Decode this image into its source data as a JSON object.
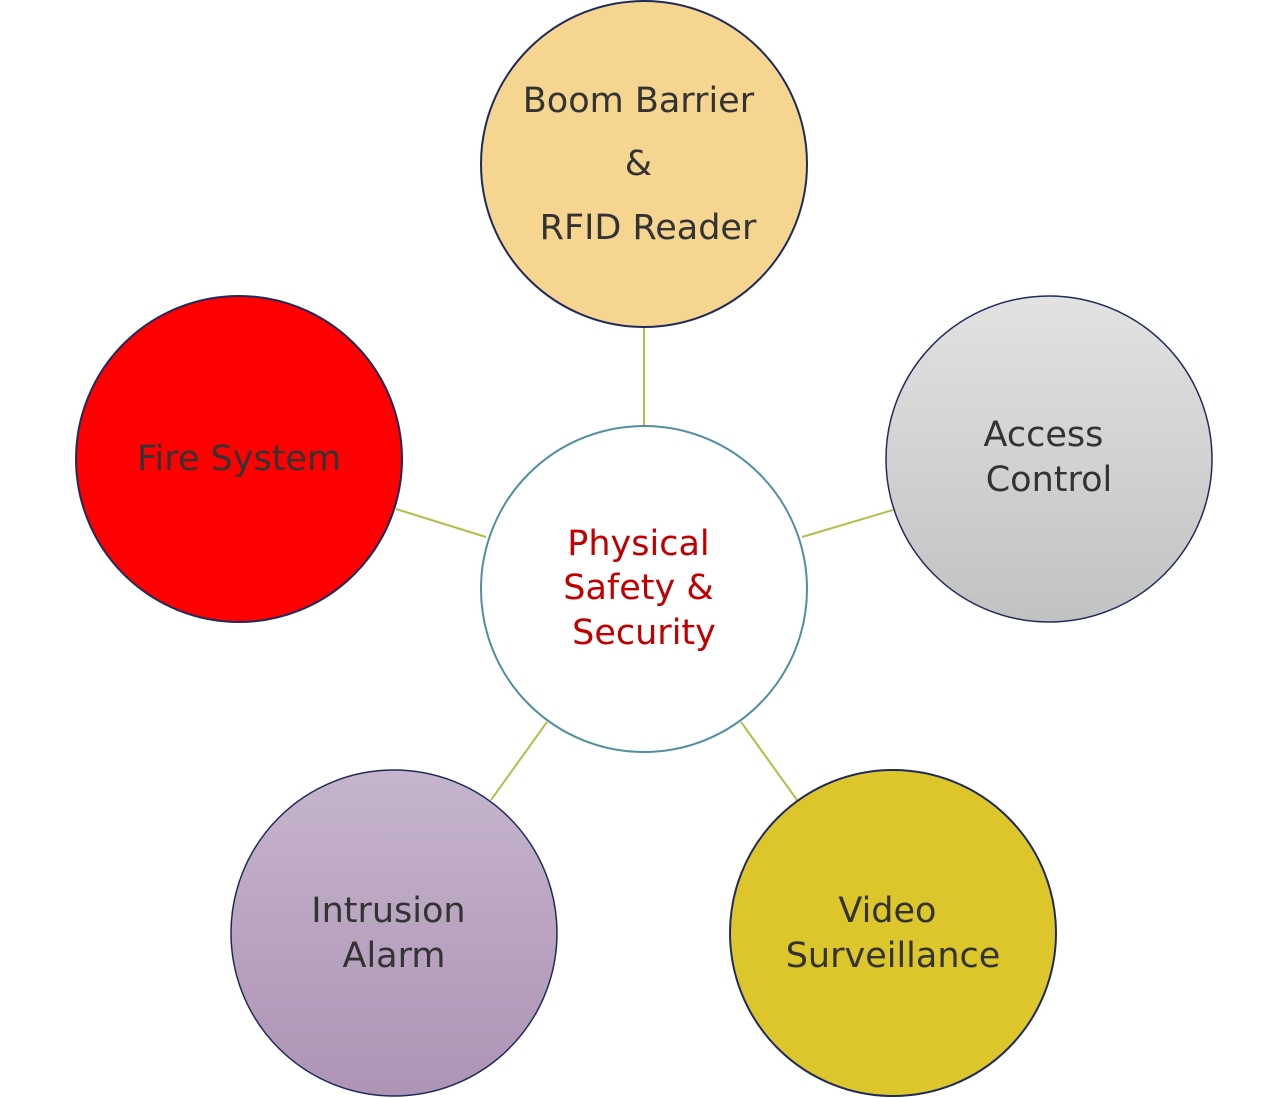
{
  "center": {
    "lines": [
      "Physical",
      "Safety &",
      "Security"
    ],
    "text_color": "#c00000",
    "fill": "#ffffff",
    "stroke": "#4f8fa0"
  },
  "nodes": [
    {
      "id": "boom-barrier",
      "lines": [
        "Boom Barrier",
        "&",
        "RFID Reader"
      ],
      "fill_top": "#f5d590",
      "fill_bottom": "#f5d590",
      "stroke": "#1f2a5c"
    },
    {
      "id": "access-control",
      "lines": [
        "Access",
        "Control"
      ],
      "fill_top": "#e2e2e2",
      "fill_bottom": "#c2c2c2",
      "stroke": "#1f2a5c"
    },
    {
      "id": "video-surveillance",
      "lines": [
        "Video",
        "Surveillance"
      ],
      "fill_top": "#dcc62c",
      "fill_bottom": "#dcc62c",
      "stroke": "#1f2a5c"
    },
    {
      "id": "intrusion-alarm",
      "lines": [
        "Intrusion",
        "Alarm"
      ],
      "fill_top": "#c6b4cc",
      "fill_bottom": "#ad94b5",
      "stroke": "#1f2a5c"
    },
    {
      "id": "fire-system",
      "lines": [
        "Fire System"
      ],
      "fill_top": "#ff0000",
      "fill_bottom": "#ff0000",
      "stroke": "#1f2a5c"
    }
  ],
  "connector_color": "#b5bd4a",
  "node_text_color": "#333333"
}
